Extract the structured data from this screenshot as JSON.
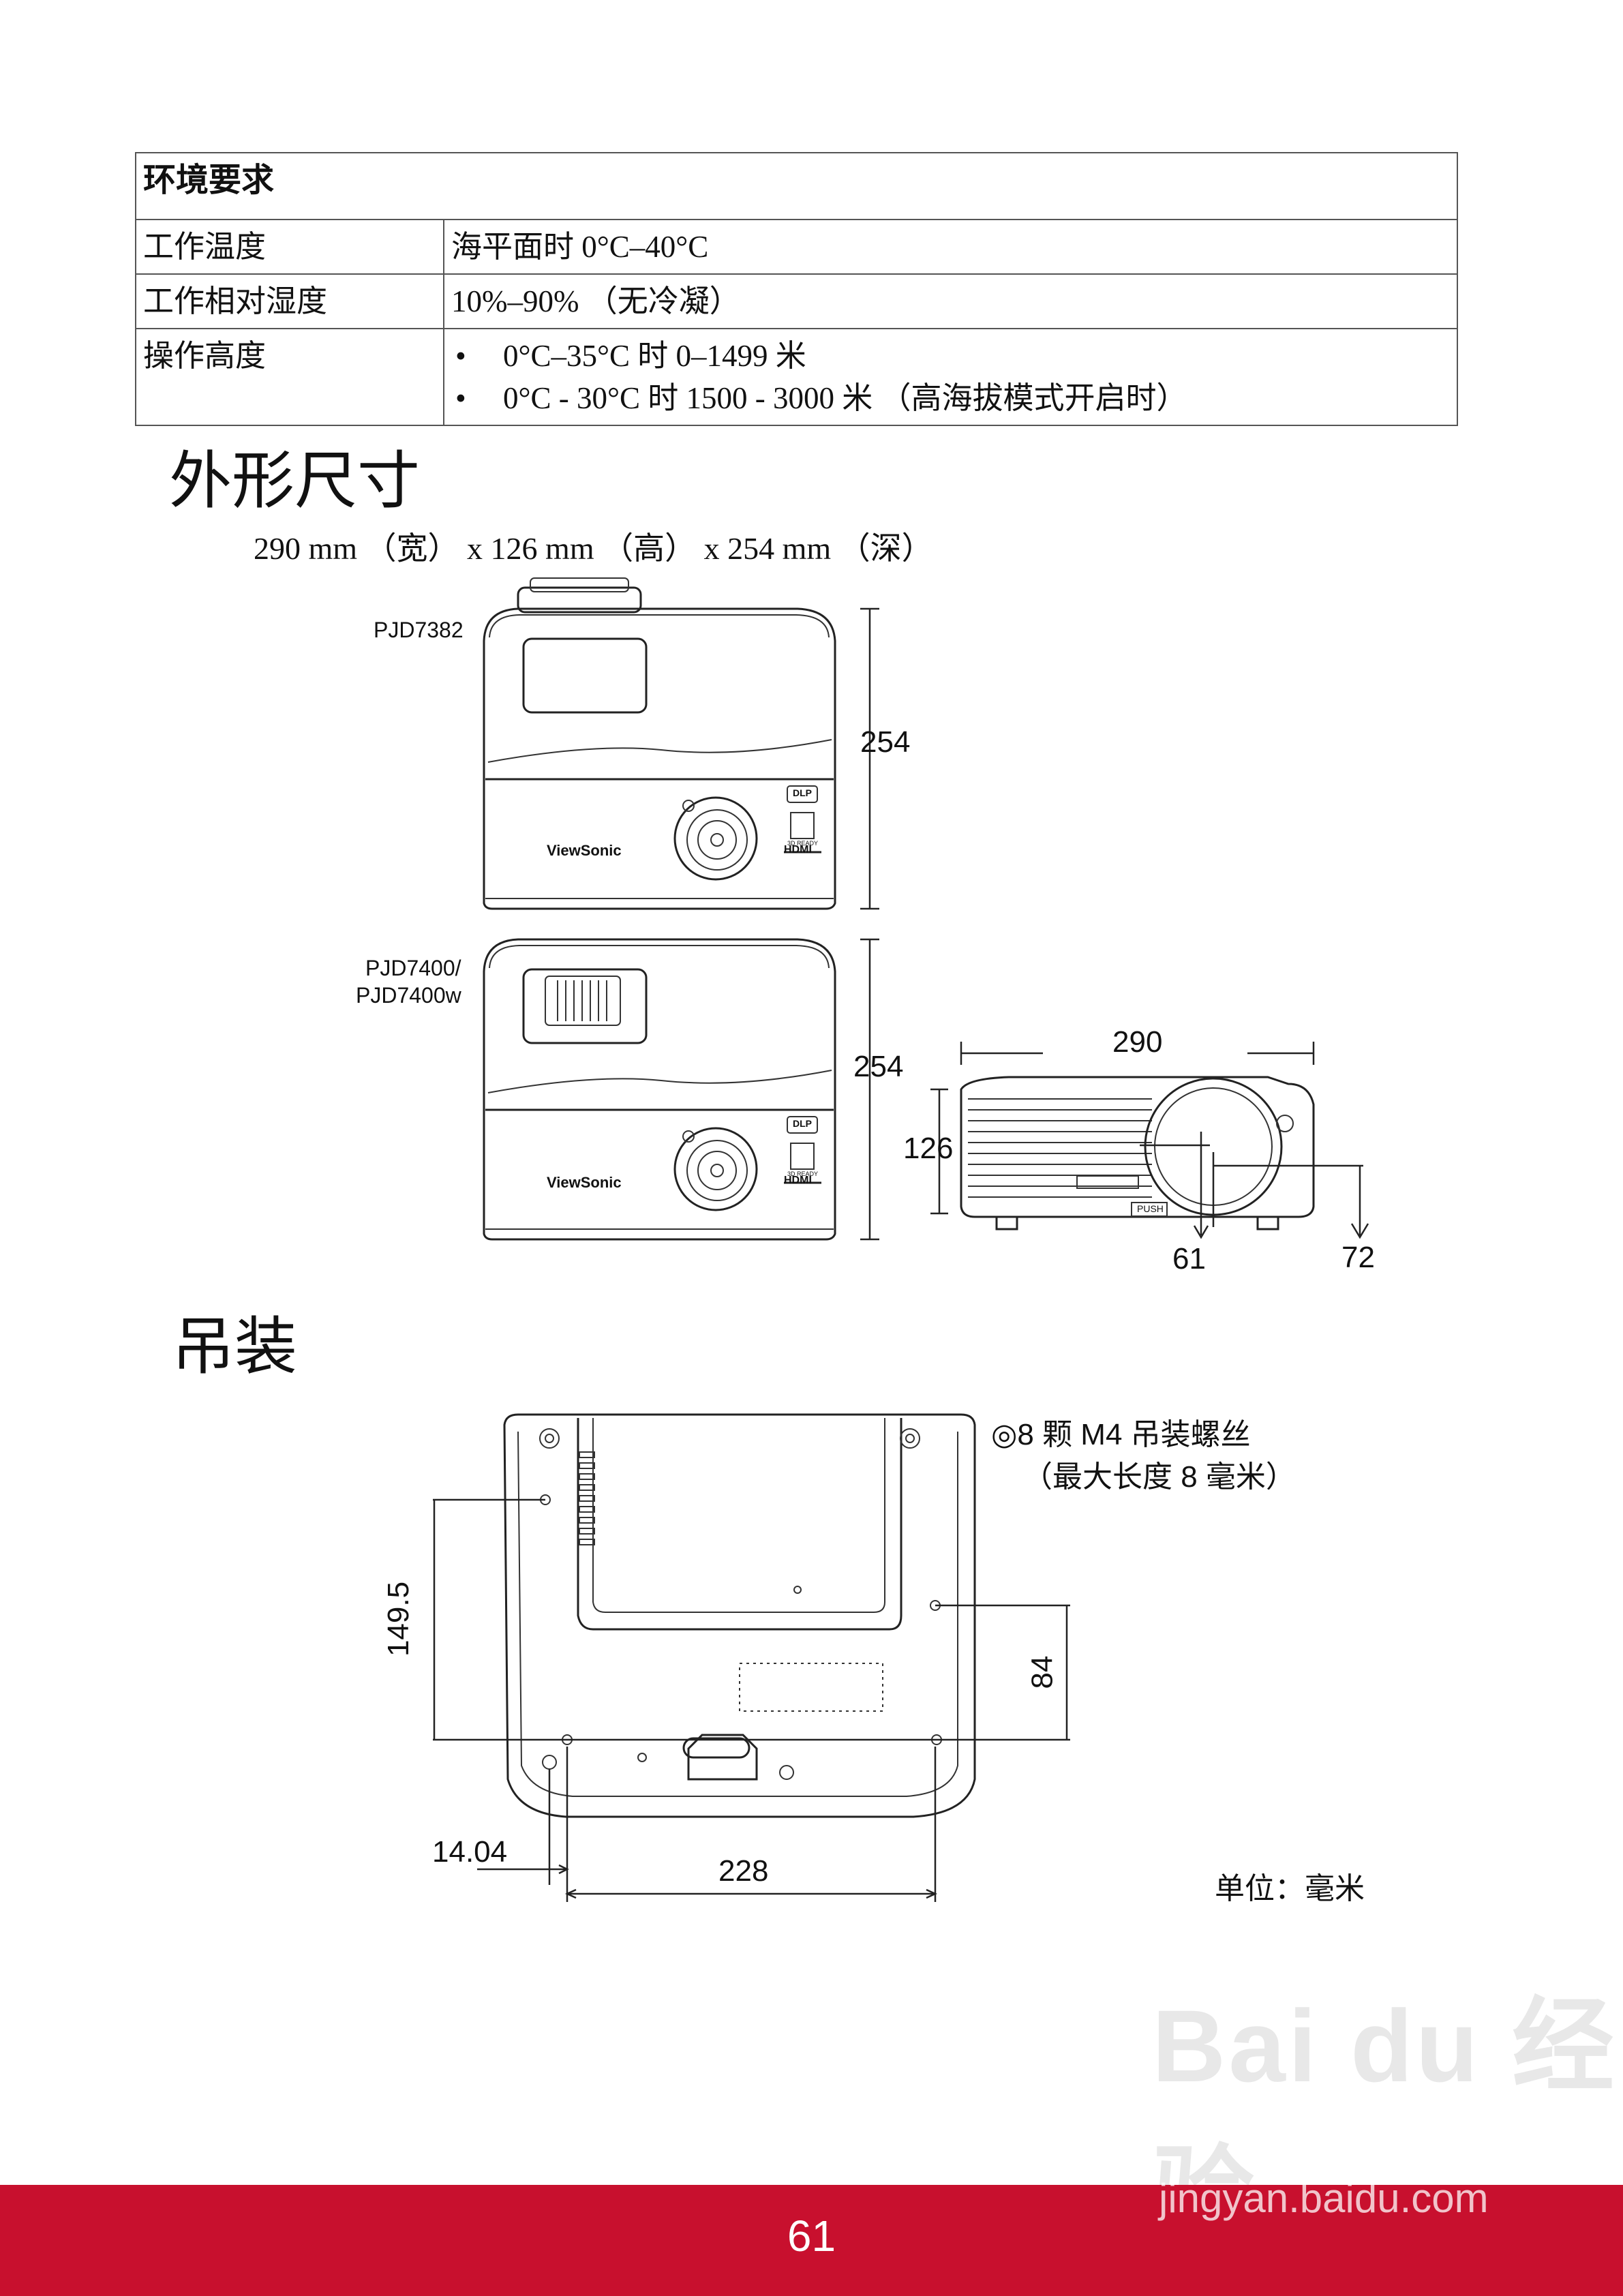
{
  "spec": {
    "header": "环境要求",
    "rows": [
      {
        "label": "工作温度",
        "value": "海平面时 0°C–40°C"
      },
      {
        "label": "工作相对湿度",
        "value": "10%–90% （无冷凝）"
      },
      {
        "label": "操作高度",
        "bullets": [
          "0°C–35°C 时 0–1499 米",
          "0°C - 30°C 时 1500 - 3000 米 （高海拔模式开启时）"
        ]
      }
    ]
  },
  "dimensions": {
    "title": "外形尺寸",
    "text": "290 mm （宽） x 126 mm （高） x 254 mm （深）",
    "model_a": "PJD7382",
    "model_b_line1": "PJD7400/",
    "model_b_line2": "PJD7400w",
    "brand": "ViewSonic",
    "dim_254_top": "254",
    "dim_254_bottom": "254",
    "dim_290": "290",
    "dim_126": "126",
    "dim_61": "61",
    "dim_72": "72",
    "logo_dlp": "DLP",
    "logo_3d": "3D READY",
    "logo_hdmi": "HDMI",
    "push_label": "PUSH"
  },
  "mount": {
    "title": "吊装",
    "note_line1": "◎8 颗 M4 吊装螺丝",
    "note_line2": "（最大长度 8 毫米）",
    "dim_149_5": "149.5",
    "dim_84": "84",
    "dim_14_04": "14.04",
    "dim_228": "228",
    "unit_label": "单位：毫米"
  },
  "footer": {
    "page_number": "61",
    "watermark_logo": "Bai du 经验",
    "watermark_url": "jingyan.baidu.com"
  },
  "colors": {
    "footer_red": "#c8102e"
  }
}
